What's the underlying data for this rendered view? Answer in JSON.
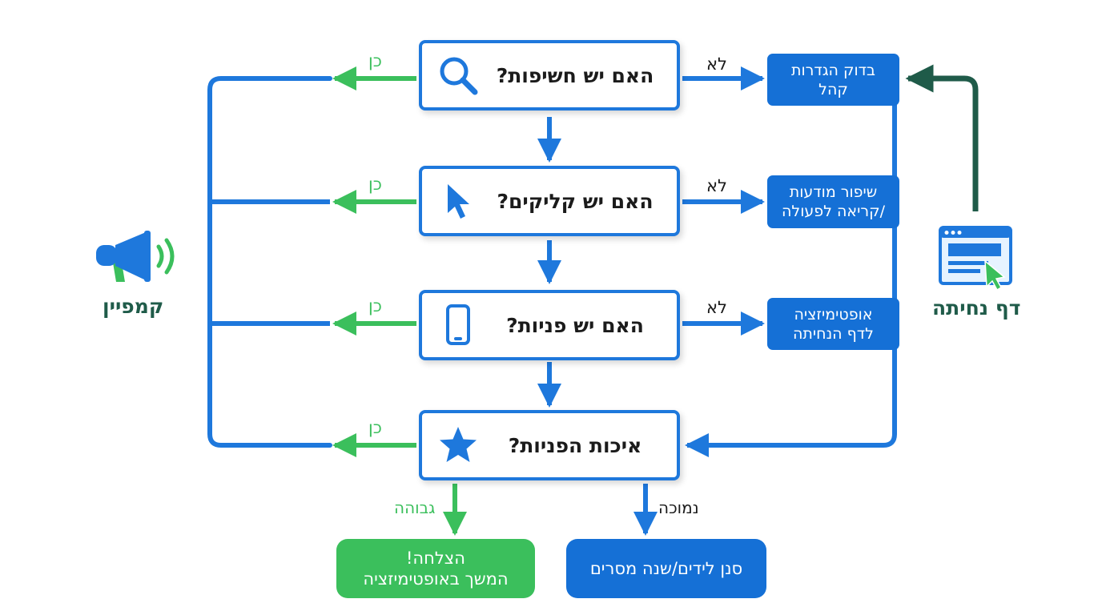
{
  "campaign_label": "קמפיין",
  "landing_page_label": "דף נחיתה",
  "questions": [
    {
      "text": "האם יש חשיפות?",
      "icon": "search-icon",
      "yes_label": "כן",
      "no_label": "לא",
      "action": [
        "בדוק הגדרות",
        "קהל"
      ]
    },
    {
      "text": "האם יש קליקים?",
      "icon": "cursor-icon",
      "yes_label": "כן",
      "no_label": "לא",
      "action": [
        "שיפור מודעות",
        "/קריאה לפעולה"
      ]
    },
    {
      "text": "האם יש פניות?",
      "icon": "phone-icon",
      "yes_label": "כן",
      "no_label": "לא",
      "action": [
        "אופטימיזציה",
        "לדף הנחיתה"
      ]
    },
    {
      "text": "איכות הפניות?",
      "icon": "star-icon",
      "yes_label": "כן"
    }
  ],
  "quality_branches": {
    "high": {
      "label": "גבוהה",
      "result": [
        "הצלחה!",
        "המשך באופטימיזציה"
      ]
    },
    "low": {
      "label": "נמוכה",
      "result": [
        "סנן לידים/שנה מסרים"
      ]
    }
  },
  "colors": {
    "primary_blue": "#1e78dc",
    "box_blue": "#1570d6",
    "success_green": "#3bbf5c",
    "dark_green": "#1f5b49"
  }
}
